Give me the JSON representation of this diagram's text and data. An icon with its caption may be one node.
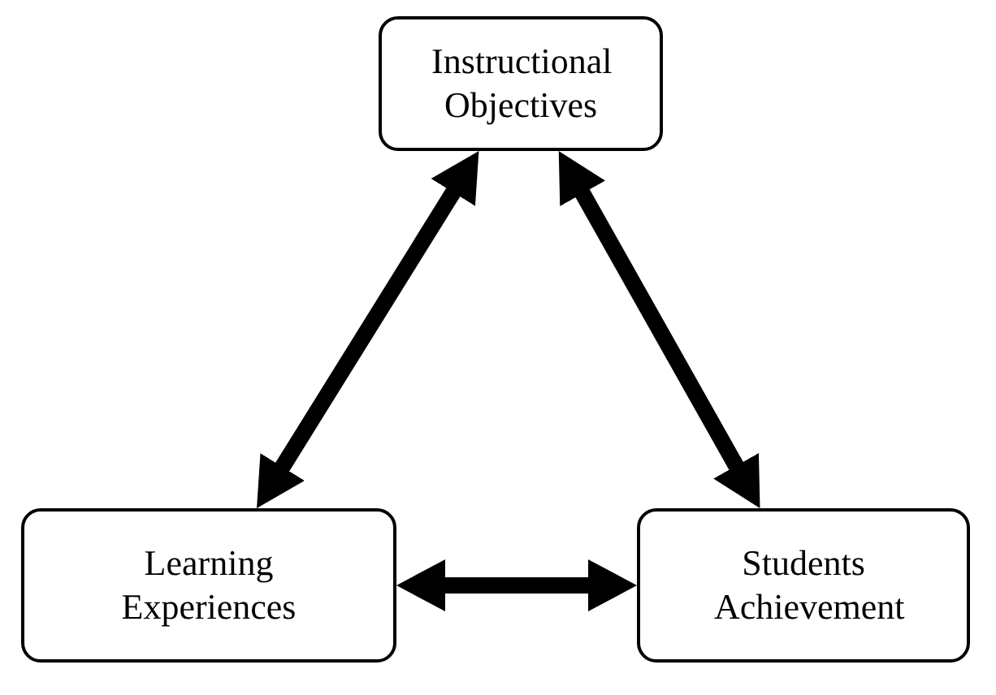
{
  "diagram": {
    "nodes": [
      {
        "text": [
          "Instructional Objectives"
        ]
      },
      {
        "text": [
          "Learning Experiences"
        ]
      },
      {
        "text": [
          "Students Achievement"
        ]
      }
    ],
    "edges": [
      {
        "from": 0,
        "to": 1,
        "arrow": "both"
      },
      {
        "from": 0,
        "to": 2,
        "arrow": "both"
      },
      {
        "from": 1,
        "to": 2,
        "arrow": "both"
      }
    ]
  }
}
